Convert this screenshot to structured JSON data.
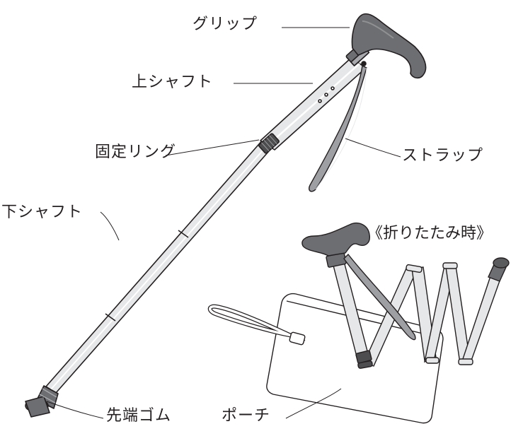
{
  "labels": {
    "grip": "グリップ",
    "upper_shaft": "上シャフト",
    "fixing_ring": "固定リング",
    "strap": "ストラップ",
    "lower_shaft": "下シャフト",
    "folded_caption": "《折りたたみ時》",
    "rubber_tip": "先端ゴム",
    "pouch": "ポーチ"
  },
  "colors": {
    "outline": "#231f20",
    "grip_fill": "#6d6e71",
    "shaft_fill": "#e6e7e8",
    "ring_fill": "#4d4d4f",
    "background": "#ffffff"
  }
}
